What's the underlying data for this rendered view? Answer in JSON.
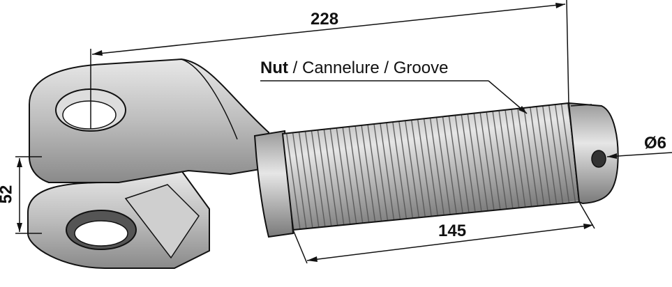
{
  "dimensions": {
    "overall_length": "228",
    "thread_length": "145",
    "fork_gap": "52",
    "pin_hole": "Ø6"
  },
  "groove_label": {
    "bold": "Nut",
    "rest": " / Cannelure / Groove"
  }
}
